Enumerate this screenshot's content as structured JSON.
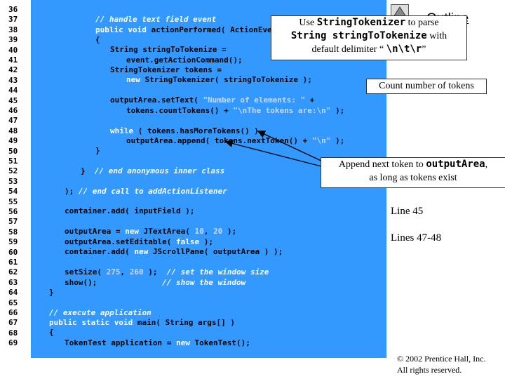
{
  "line_numbers": [
    "36",
    "37",
    "38",
    "39",
    "40",
    "41",
    "42",
    "43",
    "44",
    "45",
    "46",
    "47",
    "48",
    "49",
    "50",
    "51",
    "52",
    "53",
    "54",
    "55",
    "56",
    "57",
    "58",
    "59",
    "60",
    "61",
    "62",
    "63",
    "64",
    "65",
    "66",
    "67",
    "68",
    "69"
  ],
  "code": {
    "l36_c": "// handle text field event",
    "l37_k1": "public",
    "l37_k2": "void",
    "l37_t": " actionPerformed( ActionEvent event )",
    "l38": "{",
    "l39": "String stringToTokenize =",
    "l40": "event.getActionCommand();",
    "l41": "StringTokenizer tokens =",
    "l42_k": "new",
    "l42_t": " StringTokenizer( stringToTokenize );",
    "l44_t": "outputArea.setText( ",
    "l44_s": "\"Number of elements: \"",
    "l44_e": " +",
    "l45_t": "tokens.countTokens() + ",
    "l45_s": "\"\\nThe tokens are:\\n\"",
    "l45_e": " );",
    "l47_k": "while",
    "l47_t": " ( tokens.hasMoreTokens() )",
    "l48_t": "outputArea.append( tokens.nextToken() + ",
    "l48_s": "\"\\n\"",
    "l48_e": " );",
    "l49": "}",
    "l51_t": "}  ",
    "l51_c": "// end anonymous inner class",
    "l53_t": "); ",
    "l53_c": "// end call to addActionListener",
    "l55": "container.add( inputField );",
    "l57_t": "outputArea = ",
    "l57_k": "new",
    "l57_t2": " JTextArea( ",
    "l57_n1": "10",
    "l57_t3": ", ",
    "l57_n2": "20",
    "l57_t4": " );",
    "l58_t": "outputArea.setEditable( ",
    "l58_k": "false",
    "l58_t2": " );",
    "l59_t": "container.add( ",
    "l59_k": "new",
    "l59_t2": " JScrollPane( outputArea ) );",
    "l61_t": "setSize( ",
    "l61_n1": "275",
    "l61_t2": ", ",
    "l61_n2": "260",
    "l61_t3": " );  ",
    "l61_c": "// set the window size",
    "l62_t": "show();              ",
    "l62_c": "// show the window",
    "l63": "}",
    "l65_c": "// execute application",
    "l66_k1": "public",
    "l66_k2": "static",
    "l66_k3": "void",
    "l66_t": " main( String args[] )",
    "l67": "{",
    "l68_t": "TokenTest application = ",
    "l68_k": "new",
    "l68_t2": " TokenTest();"
  },
  "callouts": {
    "c1_a": "Use ",
    "c1_b": "StringTokenizer",
    "c1_c": " to parse",
    "c1_d": "String stringToTokenize",
    "c1_e": " with",
    "c1_f": "default delimiter “ ",
    "c1_g": "\\n\\t\\r",
    "c1_h": "”",
    "c2": "Count number of tokens",
    "c3_a": "Append next token to ",
    "c3_b": "outputArea",
    "c3_c": ",",
    "c3_d": "as long as tokens exist"
  },
  "sidebar": {
    "outline_title": "Outline",
    "line45": "Line 45",
    "lines4748": "Lines 47-48"
  },
  "copyright": {
    "line1": "© 2002 Prentice Hall, Inc.",
    "line2": "All rights reserved."
  },
  "colors": {
    "panel": "#3399ff",
    "keyword": "#ffffff",
    "literal": "#c9d8ff"
  }
}
